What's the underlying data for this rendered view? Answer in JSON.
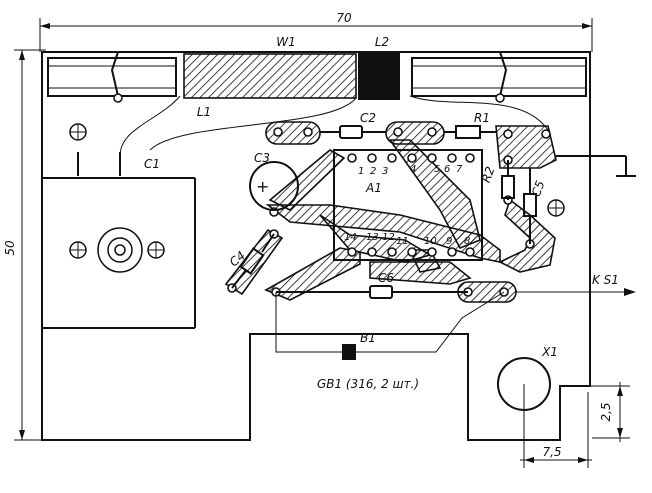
{
  "dimensions": {
    "width": "70",
    "height": "50",
    "x1_offset_h": "7,5",
    "x1_offset_v": "2,5"
  },
  "labels": {
    "w1": "W1",
    "l2": "L2",
    "l1": "L1",
    "c1": "C1",
    "c2": "C2",
    "c3": "C3",
    "c4": "C4",
    "c5": "C5",
    "c6": "C6",
    "r1": "R1",
    "r2": "R2",
    "a1": "A1",
    "b1": "B1",
    "x1": "X1",
    "ks1": "K S1",
    "gb1": "GB1 (316, 2 шт.)"
  },
  "ic_pins": {
    "top_row": [
      "1",
      "2",
      "3",
      "4",
      "5",
      "6",
      "7"
    ],
    "bottom_row": [
      "14",
      "13",
      "12",
      "11",
      "10",
      "9",
      "8"
    ]
  }
}
